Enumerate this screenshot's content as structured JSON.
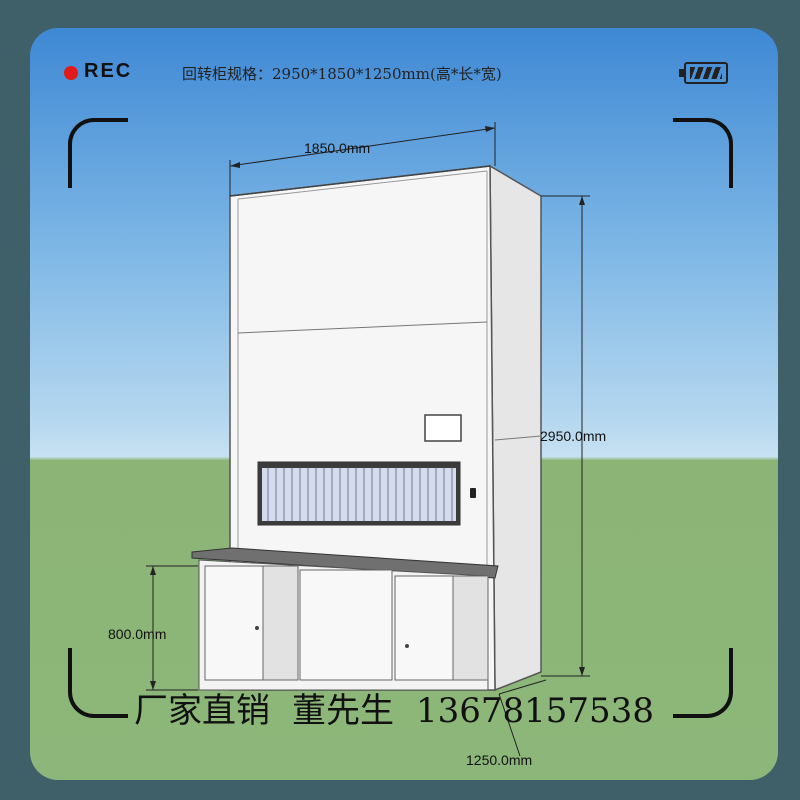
{
  "recorder": {
    "rec_label": "REC",
    "rec_color": "#e21a1a",
    "battery_icon": "battery-full-icon"
  },
  "spec_text": "回转柜规格：2950*1850*1250mm(高*长*宽)",
  "dimensions": {
    "width": "1850.0mm",
    "height": "2950.0mm",
    "desk_height": "800.0mm",
    "depth": "1250.0mm"
  },
  "contact": {
    "seller": "厂家直销",
    "name": "董先生",
    "phone": "13678157538"
  }
}
